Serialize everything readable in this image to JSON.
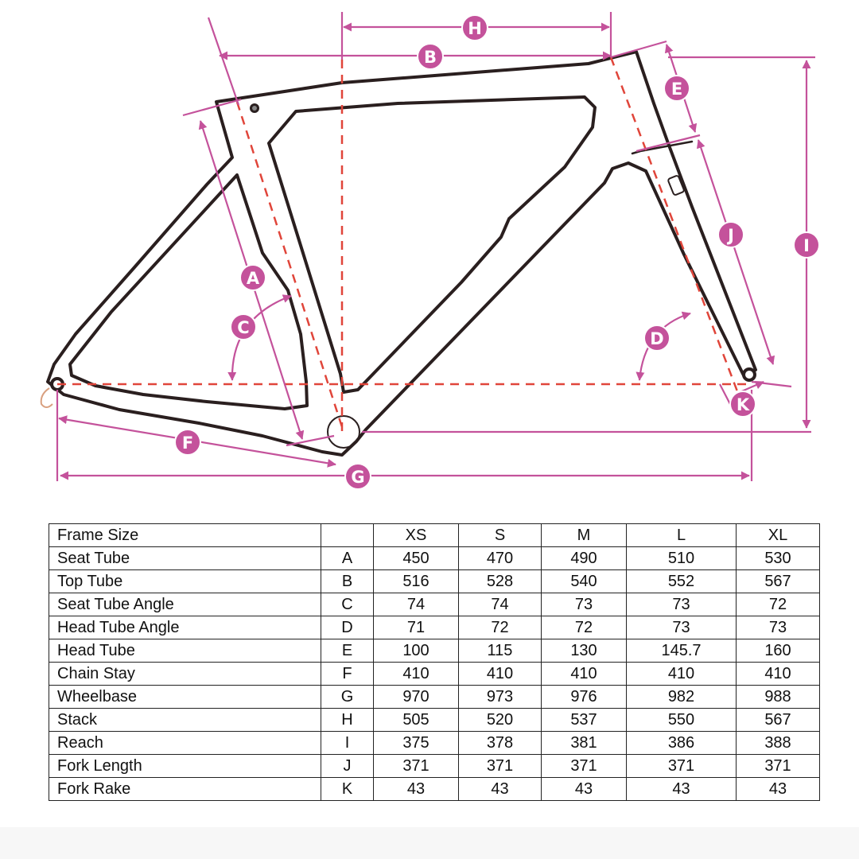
{
  "colors": {
    "frame": "#2a1f1f",
    "dimension": "#c4529b",
    "centerline": "#e0453a",
    "badge": "#c4529b"
  },
  "labels": {
    "A": "A",
    "B": "B",
    "C": "C",
    "D": "D",
    "E": "E",
    "F": "F",
    "G": "G",
    "H": "H",
    "I": "I",
    "J": "J",
    "K": "K"
  },
  "table": {
    "header": {
      "name": "Frame Size",
      "code": "",
      "sizes": [
        "XS",
        "S",
        "M",
        "L",
        "XL"
      ]
    },
    "rows": [
      {
        "name": "Seat Tube",
        "code": "A",
        "values": [
          "450",
          "470",
          "490",
          "510",
          "530"
        ]
      },
      {
        "name": "Top Tube",
        "code": "B",
        "values": [
          "516",
          "528",
          "540",
          "552",
          "567"
        ]
      },
      {
        "name": "Seat Tube Angle",
        "code": "C",
        "values": [
          "74",
          "74",
          "73",
          "73",
          "72"
        ]
      },
      {
        "name": "Head Tube Angle",
        "code": "D",
        "values": [
          "71",
          "72",
          "72",
          "73",
          "73"
        ]
      },
      {
        "name": "Head Tube",
        "code": "E",
        "values": [
          "100",
          "115",
          "130",
          "145.7",
          "160"
        ]
      },
      {
        "name": "Chain Stay",
        "code": "F",
        "values": [
          "410",
          "410",
          "410",
          "410",
          "410"
        ]
      },
      {
        "name": "Wheelbase",
        "code": "G",
        "values": [
          "970",
          "973",
          "976",
          "982",
          "988"
        ]
      },
      {
        "name": "Stack",
        "code": "H",
        "values": [
          "505",
          "520",
          "537",
          "550",
          "567"
        ]
      },
      {
        "name": "Reach",
        "code": "I",
        "values": [
          "375",
          "378",
          "381",
          "386",
          "388"
        ]
      },
      {
        "name": "Fork Length",
        "code": "J",
        "values": [
          "371",
          "371",
          "371",
          "371",
          "371"
        ]
      },
      {
        "name": "Fork Rake",
        "code": "K",
        "values": [
          "43",
          "43",
          "43",
          "43",
          "43"
        ]
      }
    ]
  }
}
